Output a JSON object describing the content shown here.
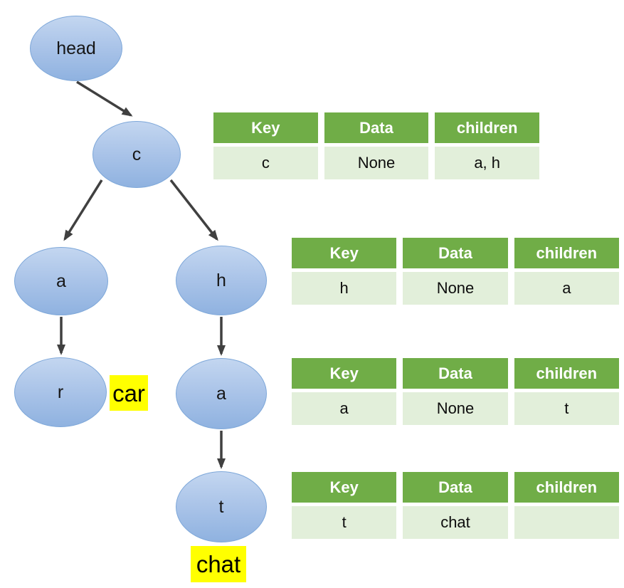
{
  "diagram": {
    "nodes": [
      {
        "id": "head",
        "label": "head"
      },
      {
        "id": "c",
        "label": "c"
      },
      {
        "id": "a-left",
        "label": "a"
      },
      {
        "id": "h",
        "label": "h"
      },
      {
        "id": "r",
        "label": "r"
      },
      {
        "id": "a-right",
        "label": "a"
      },
      {
        "id": "t",
        "label": "t"
      }
    ],
    "edges": [
      {
        "from": "head",
        "to": "c"
      },
      {
        "from": "c",
        "to": "a-left"
      },
      {
        "from": "c",
        "to": "h"
      },
      {
        "from": "a-left",
        "to": "r"
      },
      {
        "from": "h",
        "to": "a-right"
      },
      {
        "from": "a-right",
        "to": "t"
      }
    ],
    "word_labels": [
      {
        "id": "car",
        "text": "car"
      },
      {
        "id": "chat",
        "text": "chat"
      }
    ],
    "colors": {
      "node_fill_top": "#c3d6f0",
      "node_fill_bottom": "#8fb2e0",
      "node_border": "#7da7d9",
      "arrow": "#404040",
      "highlight": "#ffff00",
      "table_header_bg": "#70ad47",
      "table_header_text": "#ffffff",
      "table_row_bg": "#e2efda"
    }
  },
  "tables": [
    {
      "headers": [
        "Key",
        "Data",
        "children"
      ],
      "row": [
        "c",
        "None",
        "a, h"
      ]
    },
    {
      "headers": [
        "Key",
        "Data",
        "children"
      ],
      "row": [
        "h",
        "None",
        "a"
      ]
    },
    {
      "headers": [
        "Key",
        "Data",
        "children"
      ],
      "row": [
        "a",
        "None",
        "t"
      ]
    },
    {
      "headers": [
        "Key",
        "Data",
        "children"
      ],
      "row": [
        "t",
        "chat",
        ""
      ]
    }
  ]
}
